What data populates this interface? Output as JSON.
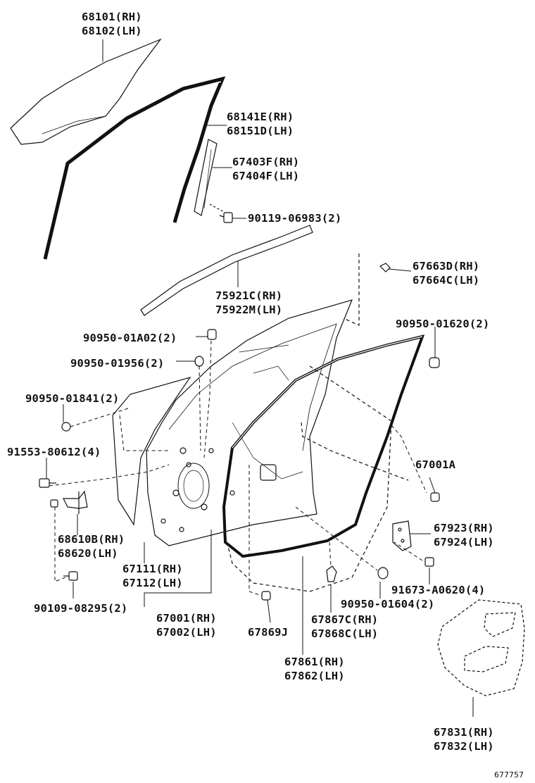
{
  "labels": {
    "glass": [
      "68101(RH)",
      "68102(LH)"
    ],
    "run_channel": [
      "68141E(RH)",
      "68151D(LH)"
    ],
    "division_bar": [
      "67403F(RH)",
      "67404F(LH)"
    ],
    "bolt_90119": [
      "90119-06983(2)"
    ],
    "outer_weatherstrip": [
      "75921C(RH)",
      "75922M(LH)"
    ],
    "clip_67663": [
      "67663D(RH)",
      "67664C(LH)"
    ],
    "plug_90950_01a02": [
      "90950-01A02(2)"
    ],
    "plug_90950_01620": [
      "90950-01620(2)"
    ],
    "plug_90950_01956": [
      "90950-01956(2)"
    ],
    "plug_90950_01841": [
      "90950-01841(2)"
    ],
    "bolt_91553": [
      "91553-80612(4)"
    ],
    "weatherstrip_67001a": [
      "67001A"
    ],
    "hinge": [
      "68610B(RH)",
      "68620(LH)"
    ],
    "check_67923": [
      "67923(RH)",
      "67924(LH)"
    ],
    "panel_67111": [
      "67111(RH)",
      "67112(LH)"
    ],
    "bolt_91673": [
      "91673-A0620(4)"
    ],
    "plug_90950_01604": [
      "90950-01604(2)"
    ],
    "bolt_90109": [
      "90109-08295(2)"
    ],
    "door_panel": [
      "67001(RH)",
      "67002(LH)"
    ],
    "clip_67869": [
      "67869J"
    ],
    "clip_67867": [
      "67867C(RH)",
      "67868C(LH)"
    ],
    "door_weatherstrip": [
      "67861(RH)",
      "67862(LH)"
    ],
    "service_hole_cover": [
      "67831(RH)",
      "67832(LH)"
    ]
  },
  "figure_number": "677757"
}
